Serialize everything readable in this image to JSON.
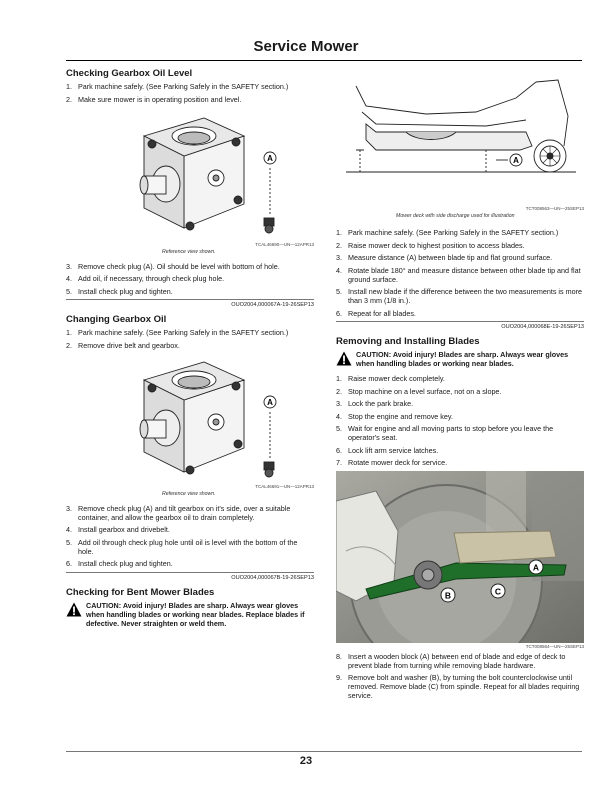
{
  "page_title": "Service Mower",
  "page_number": "23",
  "left": {
    "gearbox_oil_level": {
      "heading": "Checking Gearbox Oil Level",
      "steps_top": [
        {
          "n": "1.",
          "text": "Park machine safely. (See Parking Safely in the SAFETY section.)"
        },
        {
          "n": "2.",
          "text": "Make sure mower is in operating position and level."
        }
      ],
      "figure": {
        "callout": "A",
        "code": "TCAL46690—UN—12APR13",
        "caption": "Reference view shown."
      },
      "steps_bottom": [
        {
          "n": "3.",
          "text": "Remove check plug (A). Oil should be level with bottom of hole."
        },
        {
          "n": "4.",
          "text": "Add oil, if necessary, through check plug hole."
        },
        {
          "n": "5.",
          "text": "Install check plug and tighten."
        }
      ],
      "ref": "OUO2004,000067A-19-26SEP13"
    },
    "changing_gearbox_oil": {
      "heading": "Changing Gearbox Oil",
      "steps_top": [
        {
          "n": "1.",
          "text": "Park machine safely. (See Parking Safely in the SAFETY section.)"
        },
        {
          "n": "2.",
          "text": "Remove drive belt and gearbox."
        }
      ],
      "figure": {
        "callout": "A",
        "code": "TCAL46691—UN—12APR13",
        "caption": "Reference view shown."
      },
      "steps_bottom": [
        {
          "n": "3.",
          "text": "Remove check plug (A) and tilt gearbox on it's side, over a suitable container, and allow the gearbox oil to drain completely."
        },
        {
          "n": "4.",
          "text": "Install gearbox and drivebelt."
        },
        {
          "n": "5.",
          "text": "Add oil through check plug hole until oil is level with the bottom of the hole."
        },
        {
          "n": "6.",
          "text": "Install check plug and tighten."
        }
      ],
      "ref": "OUO2004,000067B-19-26SEP13"
    },
    "bent_blades": {
      "heading": "Checking for Bent Mower Blades",
      "caution": "CAUTION: Avoid injury! Blades are sharp. Always wear gloves when handling blades or working near blades. Replace blades if defective. Never straighten or weld them."
    }
  },
  "right": {
    "deck_figure": {
      "callout": "A",
      "code": "TCT008563—UN—25SEP13",
      "caption": "Mower deck with side discharge used for illustration"
    },
    "steps": [
      {
        "n": "1.",
        "text": "Park machine safely. (See Parking Safely in the SAFETY section.)"
      },
      {
        "n": "2.",
        "text": "Raise mower deck to highest position to access blades."
      },
      {
        "n": "3.",
        "text": "Measure distance (A) between blade tip and flat ground surface."
      },
      {
        "n": "4.",
        "text": "Rotate blade 180° and measure distance between other blade tip and flat ground surface."
      },
      {
        "n": "5.",
        "text": "Install new blade if the difference between the two measurements is more than 3 mm (1/8 in.)."
      },
      {
        "n": "6.",
        "text": "Repeat for all blades."
      }
    ],
    "ref": "OUO2004,000068E-19-26SEP13",
    "removing_blades": {
      "heading": "Removing and Installing Blades",
      "caution": "CAUTION: Avoid injury! Blades are sharp. Always wear gloves when handling blades or working near blades.",
      "steps": [
        {
          "n": "1.",
          "text": "Raise mower deck completely."
        },
        {
          "n": "2.",
          "text": "Stop machine on a level surface, not on a slope."
        },
        {
          "n": "3.",
          "text": "Lock the park brake."
        },
        {
          "n": "4.",
          "text": "Stop the engine and remove key."
        },
        {
          "n": "5.",
          "text": "Wait for engine and all moving parts to stop before you leave the operator's seat."
        },
        {
          "n": "6.",
          "text": "Lock lift arm service latches."
        },
        {
          "n": "7.",
          "text": "Rotate mower deck for service."
        }
      ],
      "photo": {
        "callouts": [
          "A",
          "B",
          "C"
        ],
        "code": "TCT008564—UN—25SEP13"
      },
      "steps_after": [
        {
          "n": "8.",
          "text": "Insert a wooden block (A) between end of blade and edge of deck to prevent blade from turning while removing blade hardware."
        },
        {
          "n": "9.",
          "text": "Remove bolt and washer (B), by turning the bolt counterclockwise until removed. Remove blade (C) from spindle. Repeat for all blades requiring service."
        }
      ]
    }
  }
}
